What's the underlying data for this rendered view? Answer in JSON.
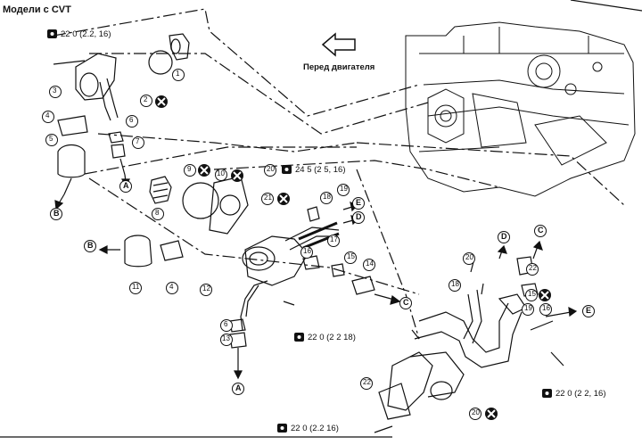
{
  "header": {
    "model_label": "Модели с CVT"
  },
  "front_label": "Перед двигателя",
  "torque_specs": {
    "t1": "22 0 (2.2, 16)",
    "t2": "24 5 (2 5, 16)",
    "t3": "22 0 (2 2 18)",
    "t4": "22 0 (2 2, 16)",
    "t5": "22 0 (2.2 16)"
  },
  "part_numbers": [
    "1",
    "2",
    "3",
    "4",
    "5",
    "6",
    "7",
    "8",
    "9",
    "10",
    "11",
    "12",
    "13",
    "14",
    "15",
    "16",
    "17",
    "18",
    "19",
    "20",
    "21",
    "22"
  ],
  "connection_letters": [
    "A",
    "B",
    "C",
    "D",
    "E"
  ],
  "colors": {
    "line": "#111111",
    "background": "#ffffff",
    "symbol_fill": "#111111"
  },
  "icons": [
    "wrench-torque-icon",
    "do-not-reuse-icon",
    "front-arrow-icon"
  ]
}
